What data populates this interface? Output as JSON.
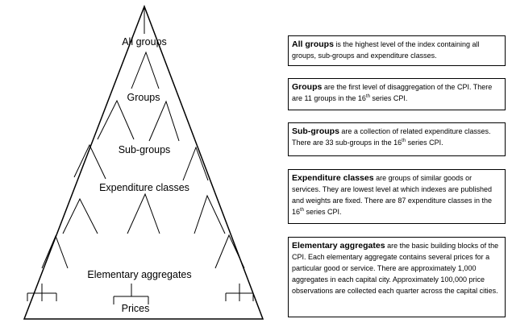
{
  "pyramid": {
    "levels": {
      "all_groups": "All groups",
      "groups": "Groups",
      "sub_groups": "Sub-groups",
      "expenditure_classes": "Expenditure classes",
      "elementary_aggregates": "Elementary aggregates",
      "prices": "Prices"
    }
  },
  "boxes": [
    {
      "term": "All groups",
      "text": " is the highest level of the index containing all groups, sub-groups and expenditure classes."
    },
    {
      "term": "Groups",
      "text": " are the first level of disaggregation of the CPI. There are 11 groups in the ",
      "series_num": "16",
      "sup": "th",
      "tail": " series CPI."
    },
    {
      "term": "Sub-groups",
      "text": " are a collection of related expenditure classes. There are 33 sub-groups in the ",
      "series_num": "16",
      "sup": "th",
      "tail": " series CPI."
    },
    {
      "term": "Expenditure classes",
      "text": " are groups of similar goods or services. They are lowest level at which indexes are published and weights are fixed. There are 87 expenditure classes in the ",
      "series_num": "16",
      "sup": "th",
      "tail": " series CPI."
    },
    {
      "term": "Elementary aggregates",
      "text": " are the basic building blocks of the CPI. Each elementary aggregate contains several prices for a particular good or service. There are approximately 1,000 aggregates in each capital city. Approximately 100,000 price observations are collected each quarter across the capital cities."
    }
  ]
}
